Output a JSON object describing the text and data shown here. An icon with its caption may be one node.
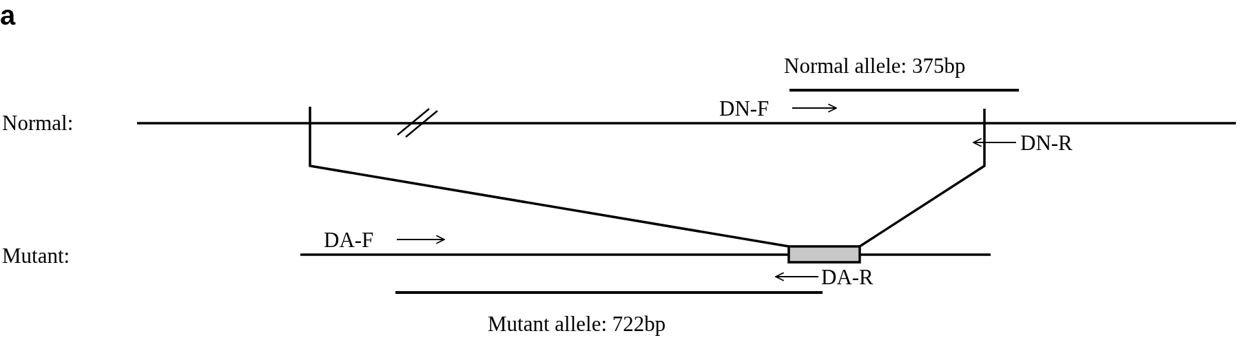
{
  "diagram": {
    "labels": [
      "a",
      "Normal allele: 375bp",
      "Normal:",
      "DN-F",
      "DN-R",
      "DA-F",
      "Mutant:",
      "DA-R",
      "Mutant allele: 722bp"
    ]
  }
}
